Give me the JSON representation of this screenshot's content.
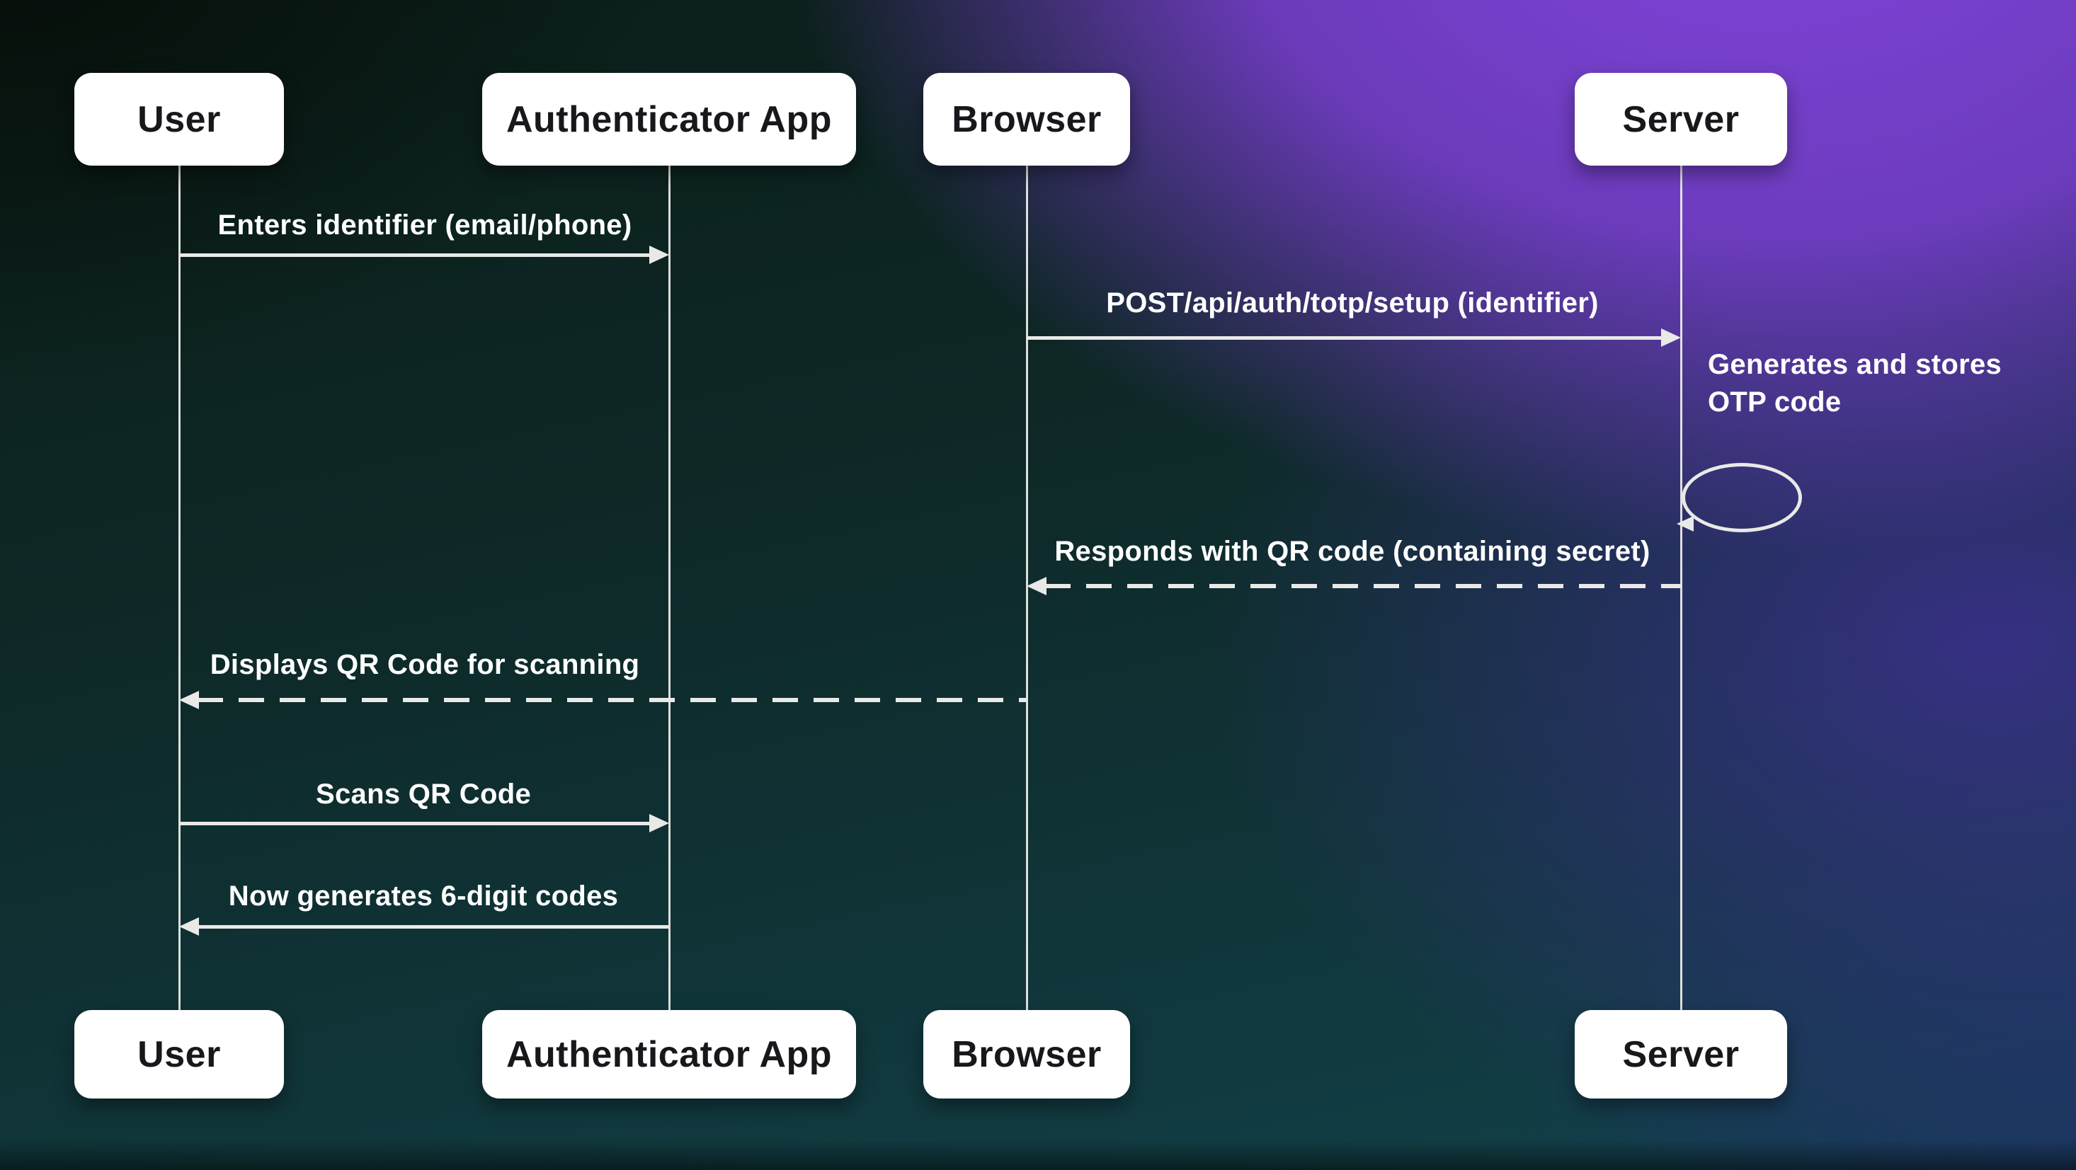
{
  "actors": [
    {
      "id": "user",
      "label": "User"
    },
    {
      "id": "authenticator",
      "label": "Authenticator App"
    },
    {
      "id": "browser",
      "label": "Browser"
    },
    {
      "id": "server",
      "label": "Server"
    }
  ],
  "messages": [
    {
      "from": "user",
      "to": "authenticator",
      "label": "Enters identifier (email/phone)",
      "line": "solid"
    },
    {
      "from": "browser",
      "to": "server",
      "label": "POST/api/auth/totp/setup (identifier)",
      "line": "solid"
    },
    {
      "from": "server",
      "to": "server",
      "label": "Generates and stores OTP code",
      "line": "self"
    },
    {
      "from": "server",
      "to": "browser",
      "label": "Responds with QR code (containing secret)",
      "line": "dashed"
    },
    {
      "from": "browser",
      "to": "user",
      "label": "Displays QR Code for scanning",
      "line": "dashed"
    },
    {
      "from": "user",
      "to": "authenticator",
      "label": "Scans QR Code",
      "line": "solid"
    },
    {
      "from": "authenticator",
      "to": "user",
      "label": "Now generates 6-digit codes",
      "line": "solid"
    }
  ],
  "colors": {
    "actor_box_fill": "#ffffff",
    "actor_box_text": "#17181b",
    "line": "#e9e9e7",
    "message_text": "#ffffff",
    "bg_top_left": "#0a140d",
    "bg_top_right_purple": "#7c3fd6",
    "bg_mid_right_indigo": "#45339c",
    "bg_bottom_right_navy": "#1a3560",
    "bg_bottom_left_teal": "#144049",
    "bg_center_teal": "#0f2d2c"
  }
}
